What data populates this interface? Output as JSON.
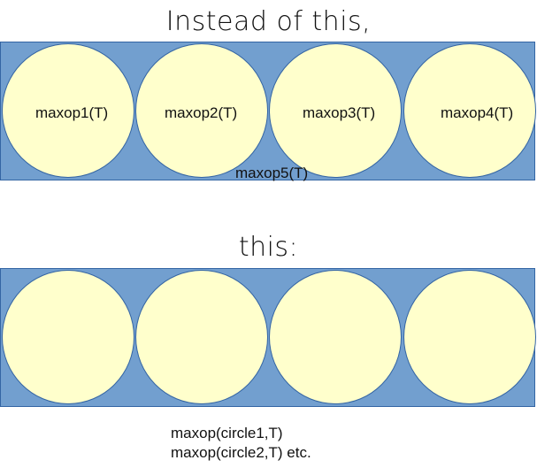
{
  "top": {
    "heading": "Instead of this,",
    "labels": [
      "maxop1(T)",
      "maxop2(T)",
      "maxop3(T)",
      "maxop4(T)",
      "maxop5(T)"
    ]
  },
  "bottom": {
    "heading": "this:",
    "notes": [
      "maxop(circle1,T)",
      "maxop(circle2,T) etc."
    ]
  },
  "colors": {
    "band": "#729fcf",
    "circle": "#ffffcc",
    "outline": "#3465a4"
  }
}
